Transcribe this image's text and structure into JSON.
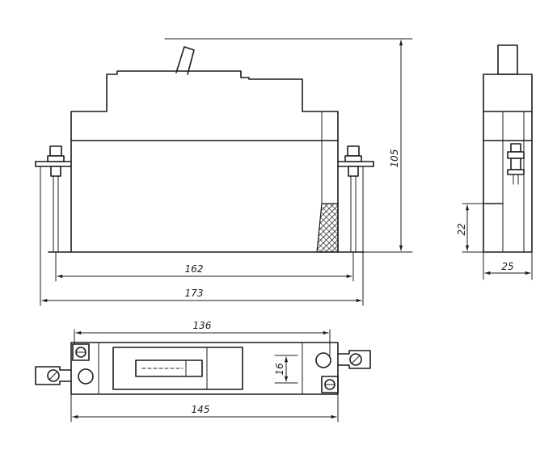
{
  "dimensions": {
    "top_view": {
      "inner_width": "162",
      "overall_width": "173",
      "height": "105"
    },
    "side_view": {
      "depth": "25",
      "mount_height": "22"
    },
    "bottom_view": {
      "hole_spacing": "136",
      "overall_length": "145",
      "window_height": "16"
    }
  }
}
